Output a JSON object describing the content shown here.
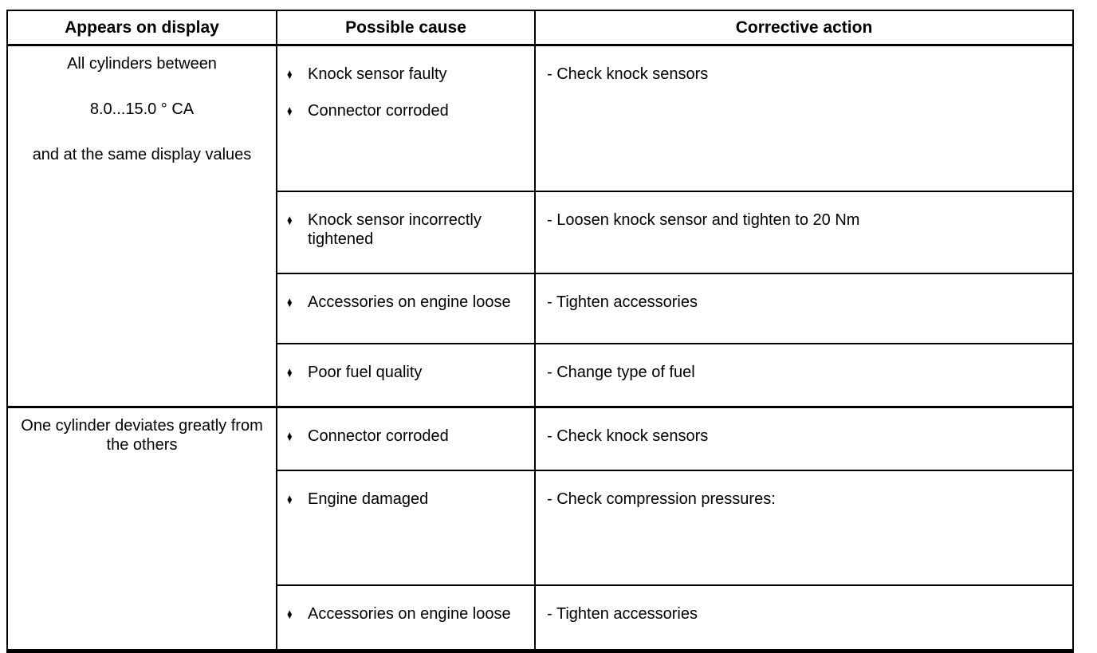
{
  "table": {
    "bullet_glyph": "♦",
    "colors": {
      "border": "#000000",
      "background": "#ffffff",
      "text": "#000000"
    },
    "headers": [
      "Appears on display",
      "Possible cause",
      "Corrective action"
    ],
    "groups": [
      {
        "display_lines": [
          "All cylinders between",
          "8.0...15.0 ° CA",
          "and at the same display values"
        ],
        "rows": [
          {
            "causes": [
              "Knock sensor faulty",
              "Connector corroded"
            ],
            "action": "- Check knock sensors"
          },
          {
            "causes": [
              "Knock sensor incorrectly tightened"
            ],
            "action": "- Loosen knock sensor and tighten to 20 Nm"
          },
          {
            "causes": [
              "Accessories on engine loose"
            ],
            "action": "- Tighten accessories"
          },
          {
            "causes": [
              "Poor fuel quality"
            ],
            "action": "- Change type of fuel"
          }
        ]
      },
      {
        "display_lines": [
          "One cylinder deviates greatly from the others"
        ],
        "rows": [
          {
            "causes": [
              "Connector corroded"
            ],
            "action": "- Check knock sensors"
          },
          {
            "causes": [
              "Engine damaged"
            ],
            "action": "- Check compression pressures:"
          },
          {
            "causes": [
              "Accessories on engine loose"
            ],
            "action": "- Tighten accessories"
          }
        ]
      }
    ]
  }
}
